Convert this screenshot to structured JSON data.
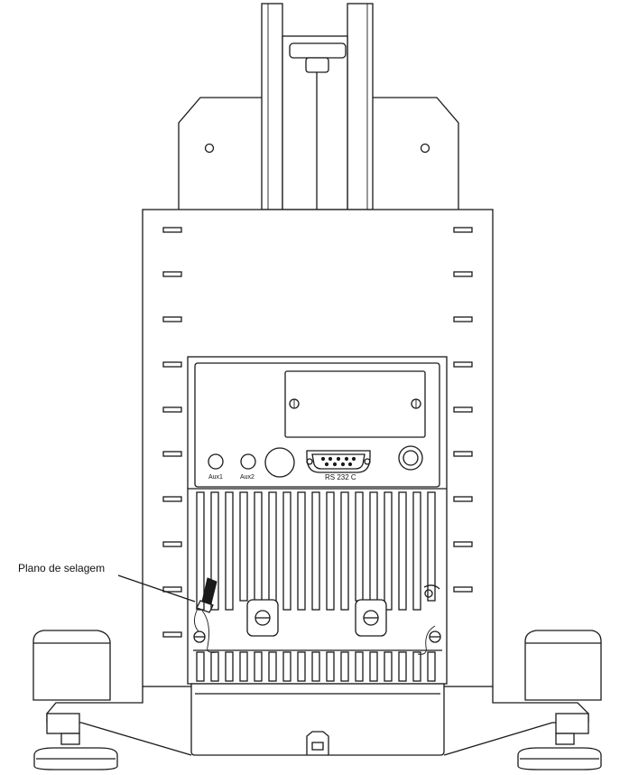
{
  "labels": {
    "sealing_plane": "Plano de selagem",
    "aux1": "Aux1",
    "aux2": "Aux2",
    "rs232": "RS 232 C"
  }
}
